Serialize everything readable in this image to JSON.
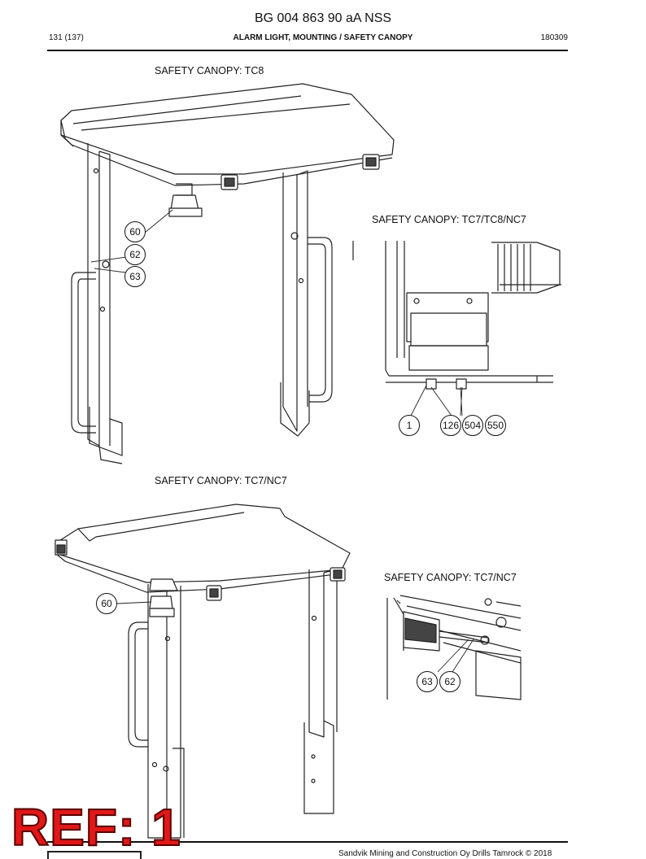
{
  "header": {
    "document_number": "BG 004 863 90 aA NSS",
    "page": "131 (137)",
    "title": "ALARM LIGHT, MOUNTING / SAFETY CANOPY",
    "date_code": "180309"
  },
  "views": [
    {
      "label": "SAFETY CANOPY: TC8",
      "callouts": [
        "60",
        "62",
        "63"
      ]
    },
    {
      "label": "SAFETY CANOPY: TC7/TC8/NC7",
      "callouts": [
        "1",
        "126",
        "504",
        "550"
      ]
    },
    {
      "label": "SAFETY CANOPY: TC7/NC7",
      "callouts": [
        "60"
      ]
    },
    {
      "label": "SAFETY CANOPY: TC7/NC7",
      "callouts": [
        "63",
        "62"
      ]
    }
  ],
  "footer": {
    "reference": "REF: 1",
    "copyright": "Sandvik Mining and Construction Oy Drills Tamrock © 2018"
  }
}
